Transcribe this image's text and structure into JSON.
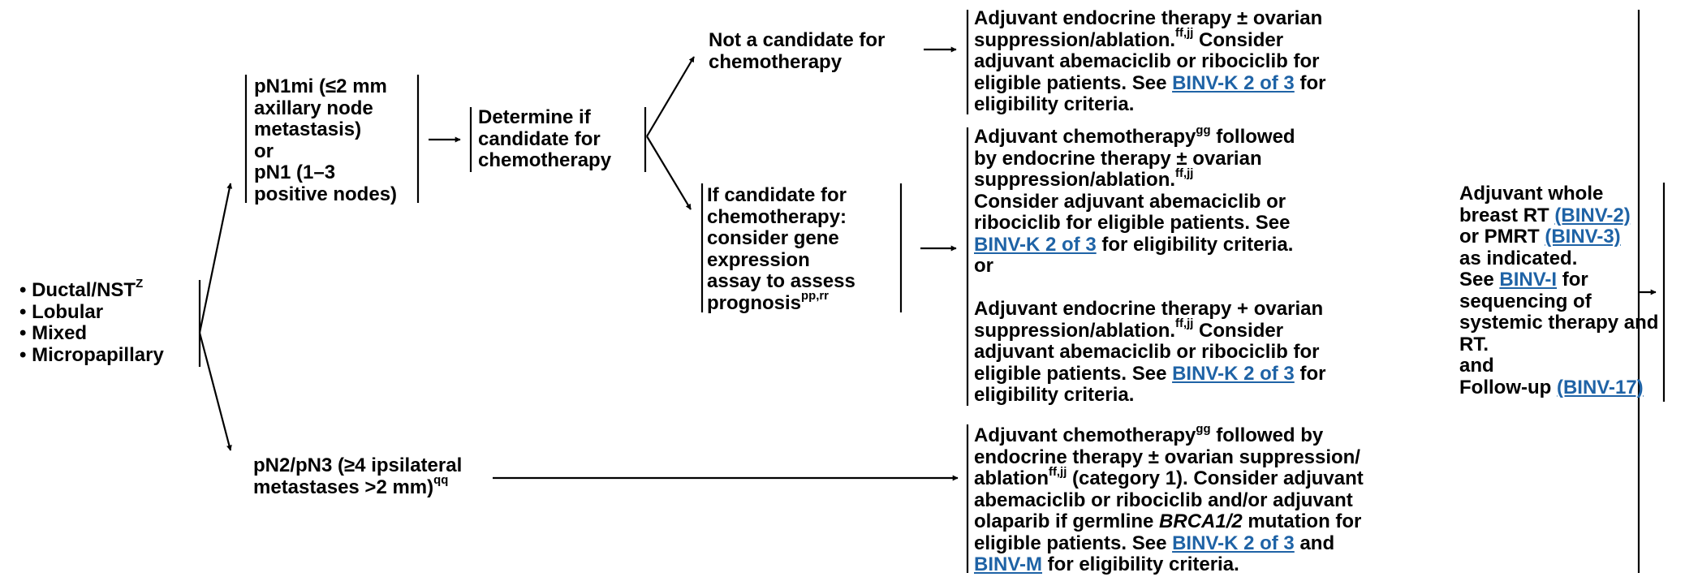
{
  "histology": [
    "• Ductal/NST",
    "• Lobular",
    "• Mixed",
    "• Micropapillary"
  ],
  "histology_sup": "Z",
  "pn1": {
    "l1": "pN1mi (≤2 mm",
    "l2": "axillary node",
    "l3": "metastasis)",
    "l4": "or",
    "l5": "pN1 (1–3",
    "l6": "positive nodes)"
  },
  "pn23": {
    "l1": "pN2/pN3 (≥4 ipsilateral",
    "l2": "metastases >2 mm)",
    "sup": "qq"
  },
  "determine": [
    "Determine if",
    "candidate for",
    "chemotherapy"
  ],
  "not_candidate": [
    "Not a candidate for",
    "chemotherapy"
  ],
  "if_candidate": {
    "l1": "If candidate for",
    "l2": "chemotherapy:",
    "l3": "consider gene",
    "l4": "expression",
    "l5": "assay to assess",
    "l6": "prognosis",
    "sup": "pp,rr"
  },
  "box1": {
    "l1": "Adjuvant endocrine therapy ± ovarian",
    "l2a": "suppression/ablation.",
    "sup": "ff,jj",
    "l2b": " Consider",
    "l3": "adjuvant abemaciclib or ribociclib for",
    "l4a": "eligible patients. See ",
    "link": "BINV-K 2 of 3",
    "l4b": " for",
    "l5": "eligibility criteria."
  },
  "box2": {
    "l1a": "Adjuvant chemotherapy",
    "sup1": "gg",
    "l1b": " followed",
    "l2": "by endocrine therapy ± ovarian",
    "l3a": "suppression/ablation.",
    "sup2": "ff,jj",
    "l4": "Consider adjuvant abemaciclib or",
    "l5": "ribociclib for eligible patients. See",
    "link": "BINV-K 2 of 3",
    "l6b": " for eligibility criteria.",
    "or": "or",
    "l8": "Adjuvant endocrine therapy + ovarian",
    "l9a": "suppression/ablation.",
    "sup3": "ff,jj",
    "l9b": " Consider",
    "l10": "adjuvant abemaciclib or ribociclib for",
    "l11a": "eligible patients. See ",
    "link2": "BINV-K 2 of 3",
    "l11b": " for",
    "l12": "eligibility criteria."
  },
  "box3": {
    "l1a": "Adjuvant chemotherapy",
    "sup1": "gg",
    "l1b": " followed by",
    "l2": "endocrine therapy ± ovarian suppression/",
    "l3a": "ablation",
    "sup2": "ff,jj",
    "l3b": " (category 1). Consider adjuvant",
    "l4": "abemaciclib or ribociclib and/or adjuvant",
    "l5a": "olaparib if germline ",
    "l5i": "BRCA1/2",
    "l5b": " mutation for",
    "l6a": "eligible patients. See ",
    "link1": "BINV-K 2 of 3",
    "l6b": " and",
    "link2": "BINV-M",
    "l7b": " for eligibility criteria."
  },
  "final": {
    "l1": "Adjuvant whole",
    "l2a": "breast RT ",
    "link1": "(BINV-2)",
    "l3a": "or PMRT ",
    "link2": "(BINV-3)",
    "l4": "as indicated.",
    "l5a": "See ",
    "link3": "BINV-I",
    "l5b": " for",
    "l6": "sequencing of",
    "l7": "systemic therapy and",
    "l8": "RT.",
    "l9": "and",
    "l10a": "Follow-up ",
    "link4": "(BINV-17)"
  }
}
